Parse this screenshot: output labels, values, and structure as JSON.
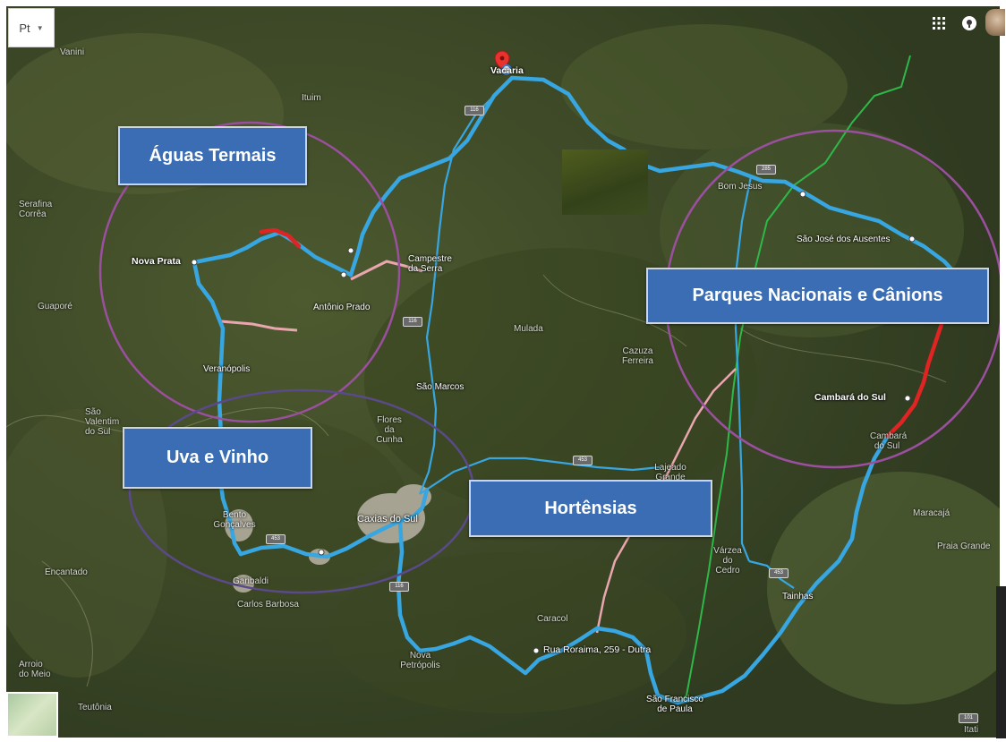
{
  "controls": {
    "language": "Pt",
    "apps_icon": "apps-grid-icon",
    "notifications_icon": "notifications-icon",
    "avatar": "user-avatar"
  },
  "regions": [
    {
      "label": "Águas Termais",
      "ring_color": "#9b4f9f"
    },
    {
      "label": "Parques Nacionais e Cânions",
      "ring_color": "#9b4f9f"
    },
    {
      "label": "Uva e Vinho",
      "ring_color": "#5b4a8a"
    },
    {
      "label": "Hortênsias",
      "ring_color": "#5b4a8a"
    }
  ],
  "places": {
    "vacaria": "Vacaria",
    "nova_prata": "Nova Prata",
    "campestre": "Campestre da Serra",
    "antonio_prado": "Antônio Prado",
    "veranopolis": "Veranópolis",
    "sao_marcos": "São Marcos",
    "flores_da_cunha": "Flores da Cunha",
    "caxias": "Caxias do Sul",
    "bento": "Bento Gonçalves",
    "garibaldi": "Garibaldi",
    "carlos_barbosa": "Carlos Barbosa",
    "nova_petropolis": "Nova Petrópolis",
    "caracol": "Caracol",
    "rua_roraima": "Rua Roraima, 259 - Dutra",
    "sao_francisco": "São Francisco de Paula",
    "tainhas": "Tainhas",
    "varzea": "Várzea do Cedro",
    "cambara": "Cambará do Sul",
    "cambara_small": "Cambará do Sul",
    "sao_jose": "São José dos Ausentes",
    "bom_jesus": "Bom Jesus",
    "lajeado_grande": "Lajeado Grande",
    "cazuza": "Cazuza Ferreira",
    "mulada": "Mulada",
    "maracaja": "Maracajá",
    "praia_grande": "Praia Grande",
    "encantado": "Encantado",
    "guapore": "Guaporé",
    "serafina": "Serafina Corrêa",
    "sao_valentim": "São Valentim do Sul",
    "roca_sales": "Arroio do Meio",
    "teutonia": "Teutônia",
    "vanini": "Vanini",
    "itati": "Itati",
    "ituim": "Ituim"
  },
  "road_shields": {
    "br116_north": "116",
    "br116_mid": "116",
    "br116_south": "116",
    "br285_east": "285",
    "rs453_caxias": "453",
    "rs453_east": "453",
    "rs453_tainhas": "453",
    "br101": "101"
  },
  "map_colors": {
    "route_main": "#38a6e0",
    "route_highlight": "#e02424",
    "route_alt_pink": "#e9a6ae",
    "route_alt_green": "#2fb84a",
    "pin": "#e8322d"
  }
}
